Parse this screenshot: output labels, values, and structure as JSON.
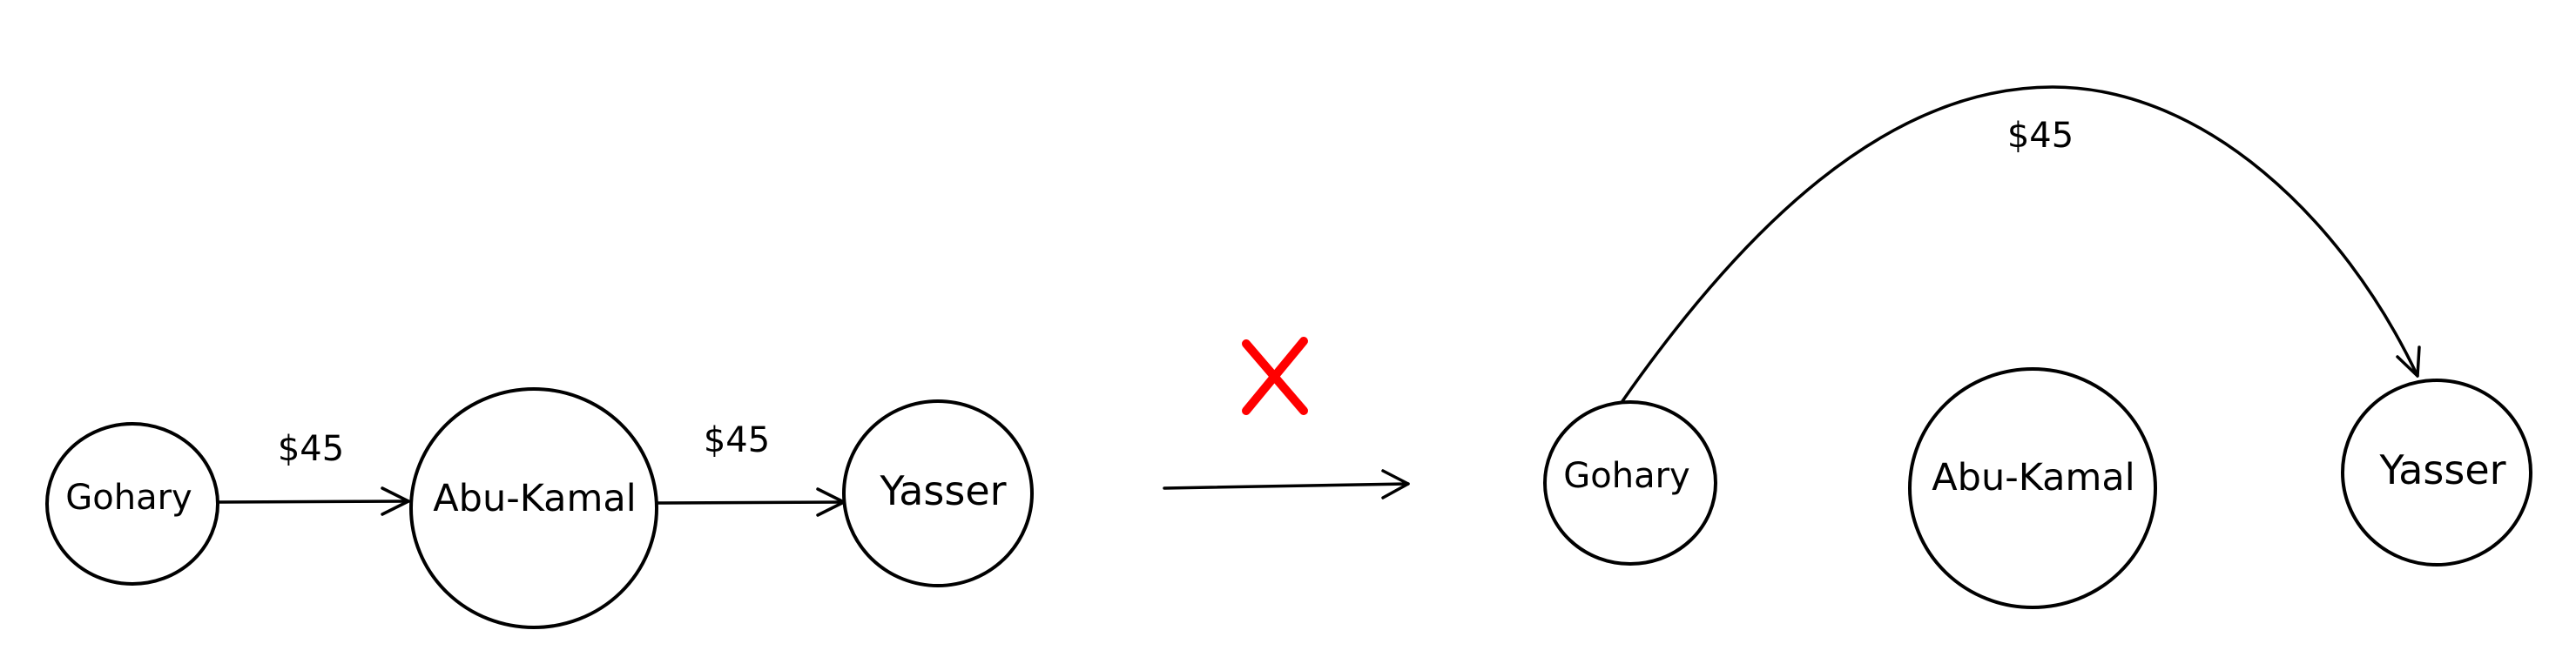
{
  "colors": {
    "stroke": "#000000",
    "cross": "#ff0000",
    "background": "#ffffff"
  },
  "before": {
    "nodes": {
      "gohary": "Gohary",
      "abu_kamal": "Abu-Kamal",
      "yasser": "Yasser"
    },
    "edges": {
      "gohary_to_abu_kamal": "$45",
      "abu_kamal_to_yasser": "$45"
    }
  },
  "transition": {
    "arrow": "arrow-icon",
    "cross": "cross-icon"
  },
  "after": {
    "nodes": {
      "gohary": "Gohary",
      "abu_kamal": "Abu-Kamal",
      "yasser": "Yasser"
    },
    "edges": {
      "gohary_to_yasser": "$45"
    }
  }
}
